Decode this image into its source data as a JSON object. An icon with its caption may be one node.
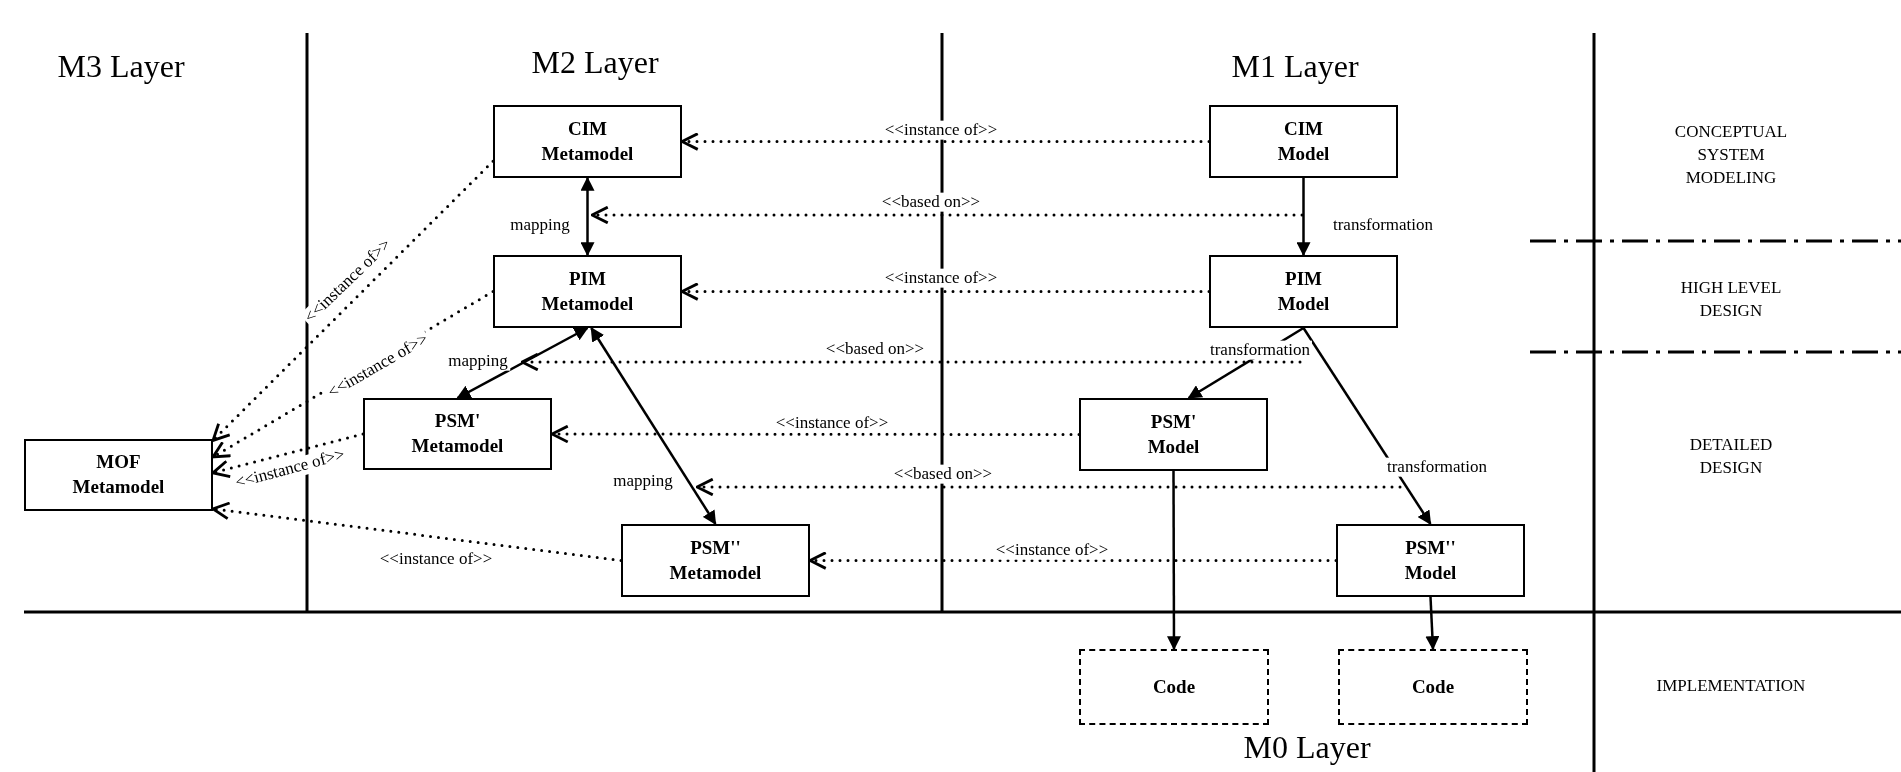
{
  "diagram": {
    "nodes": [
      {
        "text": [
          "MOF Metamodel"
        ]
      },
      {
        "text": [
          "CIM Metamodel"
        ]
      },
      {
        "text": [
          "PIM Metamodel"
        ]
      },
      {
        "text": [
          "PSM' Metamodel"
        ]
      },
      {
        "text": [
          "PSM'' Metamodel"
        ]
      },
      {
        "text": [
          "CIM Model"
        ]
      },
      {
        "text": [
          "PIM Model"
        ]
      },
      {
        "text": [
          "PSM' Model"
        ]
      },
      {
        "text": [
          "PSM'' Model"
        ]
      },
      {
        "text": [
          "Code"
        ]
      },
      {
        "text": [
          "Code"
        ]
      }
    ],
    "edges": [
      {
        "from": 1,
        "to": 0,
        "arrow": "to",
        "label": "<<instance of>>",
        "style": "dashed"
      },
      {
        "from": 2,
        "to": 0,
        "arrow": "to",
        "label": "<<instance of>>",
        "style": "dashed"
      },
      {
        "from": 3,
        "to": 0,
        "arrow": "to",
        "label": "<<instance of>>",
        "style": "dashed"
      },
      {
        "from": 4,
        "to": 0,
        "arrow": "to",
        "label": "<<instance of>>",
        "style": "dashed"
      },
      {
        "from": 5,
        "to": 1,
        "arrow": "to",
        "label": "<<instance of>>",
        "style": "dashed"
      },
      {
        "from": 6,
        "to": 2,
        "arrow": "to",
        "label": "<<instance of>>",
        "style": "dashed"
      },
      {
        "from": 7,
        "to": 3,
        "arrow": "to",
        "label": "<<instance of>>",
        "style": "dashed"
      },
      {
        "from": 8,
        "to": 4,
        "arrow": "to",
        "label": "<<instance of>>",
        "style": "dashed"
      },
      {
        "from": 1,
        "to": 2,
        "arrow": "both",
        "label": "mapping"
      },
      {
        "from": 2,
        "to": 3,
        "arrow": "both",
        "label": "mapping"
      },
      {
        "from": 2,
        "to": 4,
        "arrow": "both",
        "label": "mapping"
      },
      {
        "from": 5,
        "to": 6,
        "arrow": "to",
        "label": "transformation"
      },
      {
        "from": 6,
        "to": 7,
        "arrow": "to",
        "label": "transformation"
      },
      {
        "from": 6,
        "to": 8,
        "arrow": "to",
        "label": "transformation"
      },
      {
        "from": 7,
        "to": 9,
        "arrow": "to"
      },
      {
        "from": 8,
        "to": 10,
        "arrow": "to"
      }
    ],
    "labels": [
      "M3 Layer",
      "M2 Layer",
      "M1 Layer",
      "CONCEPTUAL SYSTEM MODELING",
      "HIGH LEVEL DESIGN",
      "DETAILED DESIGN",
      "IMPLEMENTATION",
      "M0 Layer",
      "<<based on>>",
      "<<based on>>",
      "<<based on>>"
    ]
  }
}
